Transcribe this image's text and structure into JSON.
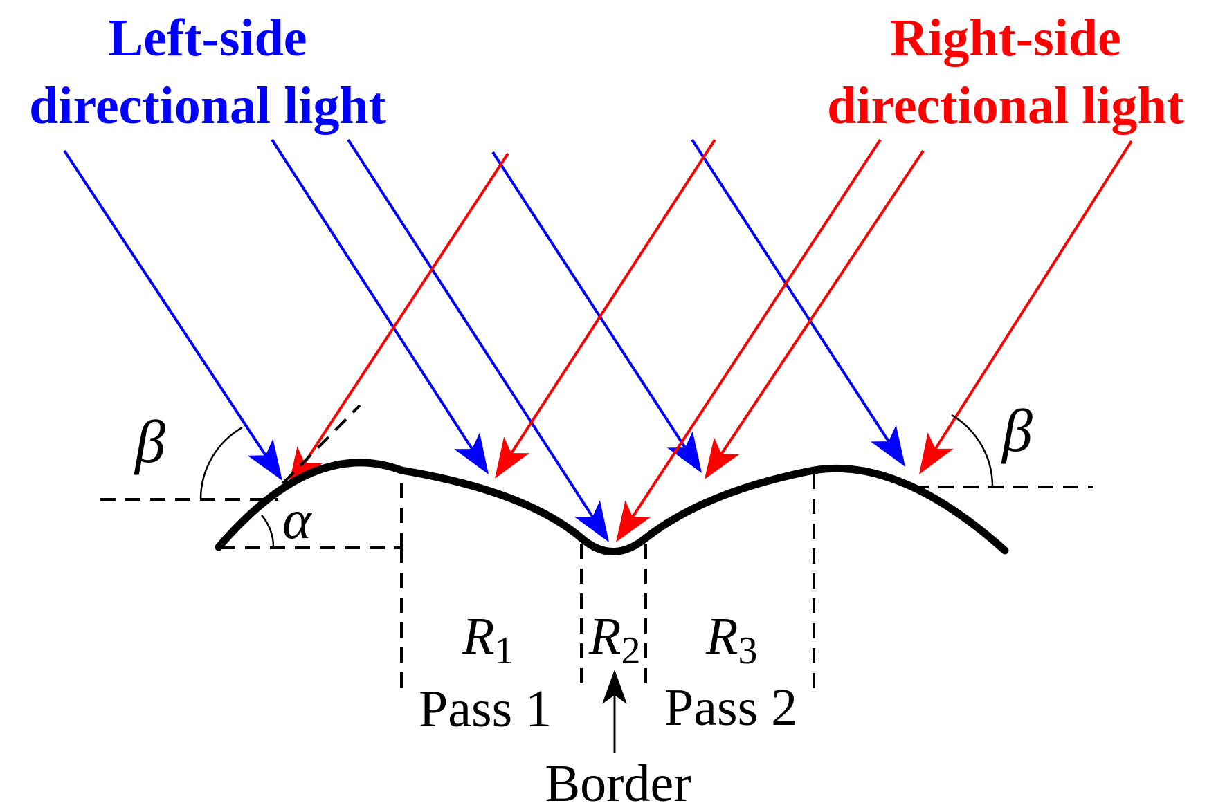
{
  "colors": {
    "left_light": "#0000ff",
    "right_light": "#ff0000",
    "surface": "#000000",
    "guide": "#000000"
  },
  "titles": {
    "left_line1": "Left-side",
    "left_line2": "directional light",
    "right_line1": "Right-side",
    "right_line2": "directional light"
  },
  "symbols": {
    "beta": "β",
    "alpha": "α",
    "region_letter": "R",
    "r1_sub": "1",
    "r2_sub": "2",
    "r3_sub": "3"
  },
  "labels": {
    "pass1": "Pass 1",
    "pass2": "Pass 2",
    "border": "Border"
  },
  "legend_names": {
    "left": "left-side directional light",
    "right": "right-side directional light"
  }
}
